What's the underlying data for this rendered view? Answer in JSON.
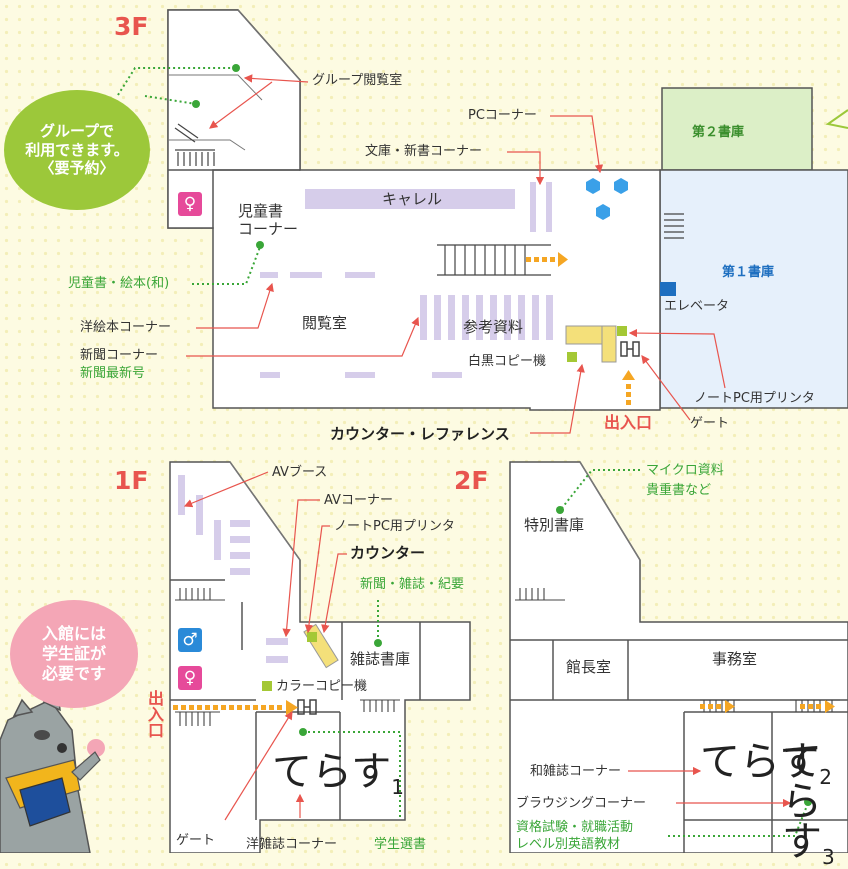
{
  "floors": {
    "f3": "3F",
    "f2": "2F",
    "f1": "1F"
  },
  "f3": {
    "group_room": "グループ閲覧室",
    "group_bubble": [
      "グループで",
      "利用できます。",
      "〈要予約〉"
    ],
    "pc_corner": "PCコーナー",
    "bunko_corner": "文庫・新書コーナー",
    "stack2": "第２書庫",
    "stack1": "第１書庫",
    "carrel": "キャレル",
    "children_corner": [
      "児童書",
      "コーナー"
    ],
    "children_books": "児童書・絵本(和)",
    "western_picture": "洋絵本コーナー",
    "reading_room": "閲覧室",
    "newspaper_corner": "新聞コーナー",
    "newspaper_latest": "新聞最新号",
    "reference": "参考資料",
    "bw_copy": "白黒コピー機",
    "elevator": "エレベータ",
    "notepc_printer": "ノートPC用プリンタ",
    "gate": "ゲート",
    "entrance": "出入口",
    "counter": "カウンター・レファレンス"
  },
  "f1": {
    "av_booth": "AVブース",
    "av_corner": "AVコーナー",
    "notepc_printer": "ノートPC用プリンタ",
    "counter": "カウンター",
    "news_mag": "新聞・雑誌・紀要",
    "mag_stack": "雑誌書庫",
    "color_copy": "カラーコピー機",
    "entrance": "出入口",
    "gate": "ゲート",
    "western_mag": "洋雑誌コーナー",
    "student_picks": "学生選書",
    "logo_text": "てらす",
    "logo_num": "1",
    "bubble": [
      "入館には",
      "学生証が",
      "必要です"
    ]
  },
  "f2": {
    "micro": "マイクロ資料",
    "rare": "貴重書など",
    "special_stack": "特別書庫",
    "director": "館長室",
    "office": "事務室",
    "jp_mag": "和雑誌コーナー",
    "browsing": "ブラウジングコーナー",
    "career1": "資格試験・就職活動",
    "career2": "レベル別英語教材",
    "logo_text": "てらす",
    "logo_num2": "2",
    "logo_num3": "3"
  },
  "colors": {
    "accent_red": "#e8554e",
    "green": "#3aa638",
    "bubble_green": "#9cc83a",
    "bubble_pink": "#f4a6b6",
    "stack_blue": "#e6f0fb",
    "stack_green": "#dcefc7",
    "furniture": "#d6cdea"
  }
}
